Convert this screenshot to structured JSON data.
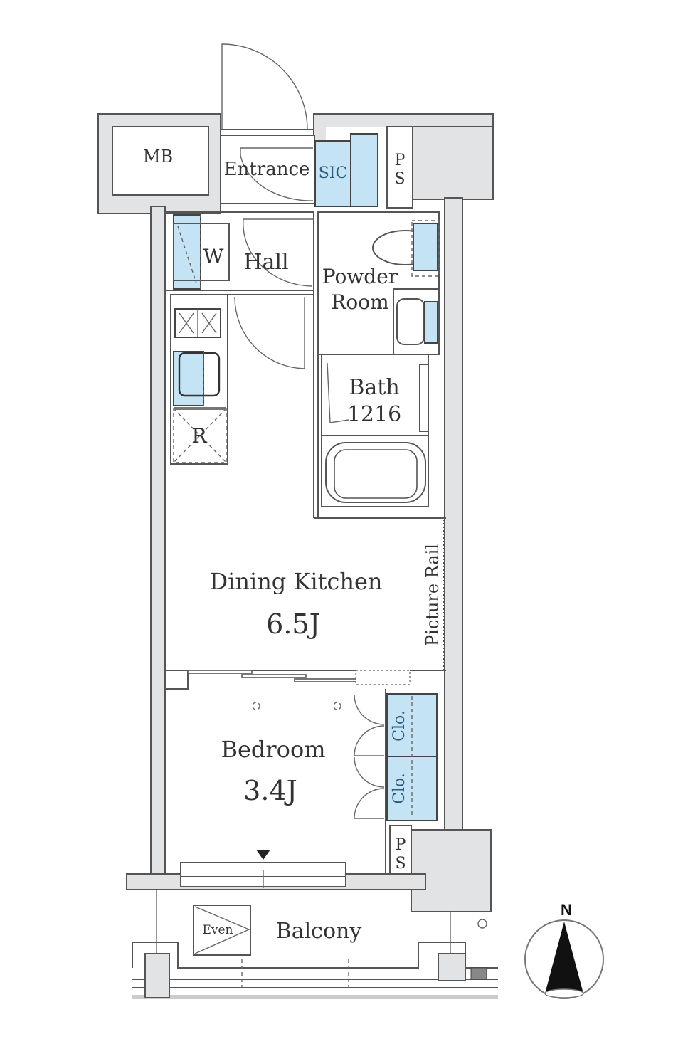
{
  "floorplan": {
    "rooms": {
      "mb": "MB",
      "entrance": "Entrance",
      "sic": "SIC",
      "ps_top_p": "P",
      "ps_top_s": "S",
      "washer": "W",
      "hall": "Hall",
      "powder_room_1": "Powder",
      "powder_room_2": "Room",
      "bath": "Bath",
      "bath_size": "1216",
      "refrigerator": "R",
      "dining_kitchen": "Dining Kitchen",
      "dining_kitchen_size": "6.5J",
      "picture_rail": "Picture Rail",
      "bedroom": "Bedroom",
      "bedroom_size": "3.4J",
      "closet_1": "Clo.",
      "closet_2": "Clo.",
      "ps_bottom_p": "P",
      "ps_bottom_s": "S",
      "balcony": "Balcony",
      "evacuation": "Even"
    },
    "compass": {
      "label": "N"
    },
    "colors": {
      "wall_fill": "#e2e3e5",
      "storage_blue": "#c4e3f5",
      "line": "#555555"
    }
  }
}
